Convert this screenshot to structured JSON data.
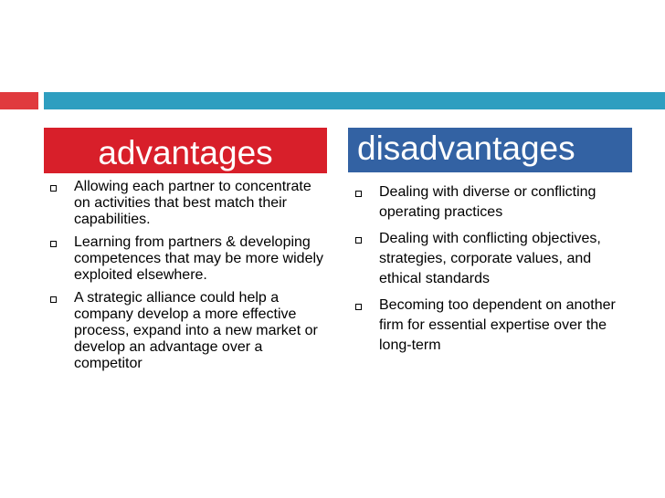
{
  "colors": {
    "accent_red": "#e03a3e",
    "accent_blue": "#2e9ec0",
    "advantages_header_bg": "#d81f2a",
    "disadvantages_header_bg": "#3362a3"
  },
  "advantages": {
    "title": "advantages",
    "items": [
      "Allowing each partner to concentrate on activities that best match their capabilities.",
      "Learning from partners & developing competences that may be more widely exploited elsewhere.",
      "A strategic alliance could help a company develop a more effective process, expand into a new market or develop an advantage over a competitor"
    ]
  },
  "disadvantages": {
    "title": "disadvantages",
    "items": [
      "Dealing with diverse or conflicting operating practices",
      "Dealing with conflicting objectives, strategies, corporate values, and ethical standards",
      "Becoming too dependent on another firm for essential expertise over the long-term"
    ]
  }
}
